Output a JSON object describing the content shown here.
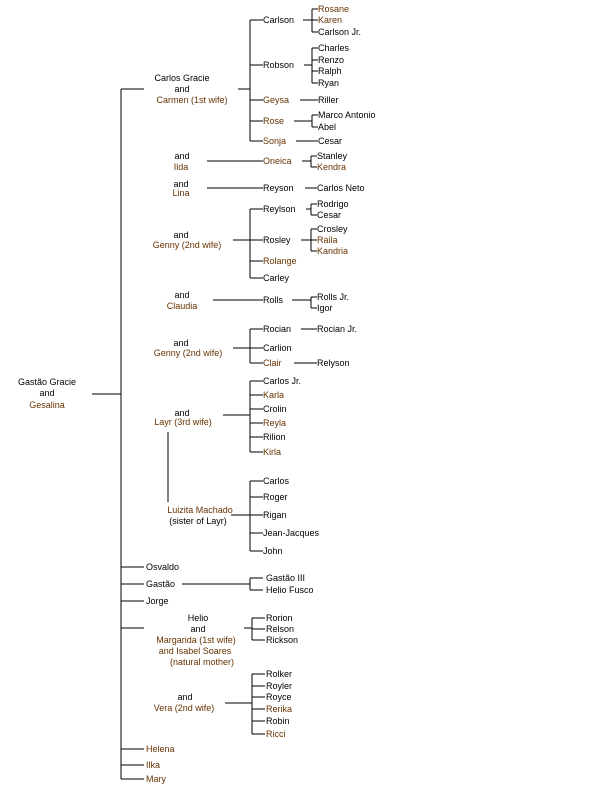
{
  "colors": {
    "black": "#000000",
    "brown": "#663300",
    "line": "#000000"
  },
  "labels": [
    {
      "t": "Rosane",
      "c": "brown"
    },
    {
      "t": "Karen",
      "c": "brown"
    },
    {
      "t": "Carlson Jr.",
      "c": "black"
    },
    {
      "t": "Carlson",
      "c": "black"
    },
    {
      "t": "Charles",
      "c": "black"
    },
    {
      "t": "Renzo",
      "c": "black"
    },
    {
      "t": "Ralph",
      "c": "black"
    },
    {
      "t": "Ryan",
      "c": "black"
    },
    {
      "t": "Robson",
      "c": "black"
    },
    {
      "t": "Carlos Gracie",
      "c": "black"
    },
    {
      "t": "and",
      "c": "black"
    },
    {
      "t": "Carmen (1st wife)",
      "c": "brown"
    },
    {
      "t": "Geysa",
      "c": "brown"
    },
    {
      "t": "Riller",
      "c": "black"
    },
    {
      "t": "Rose",
      "c": "brown"
    },
    {
      "t": "Marco Antonio",
      "c": "black"
    },
    {
      "t": "Abel",
      "c": "black"
    },
    {
      "t": "Sonja",
      "c": "brown"
    },
    {
      "t": "Cesar",
      "c": "black"
    },
    {
      "t": "and",
      "c": "black"
    },
    {
      "t": "Ilda",
      "c": "brown"
    },
    {
      "t": "Oneica",
      "c": "brown"
    },
    {
      "t": "Stanley",
      "c": "black"
    },
    {
      "t": "Kendra",
      "c": "brown"
    },
    {
      "t": "and",
      "c": "black"
    },
    {
      "t": "Lina",
      "c": "brown"
    },
    {
      "t": "Reyson",
      "c": "black"
    },
    {
      "t": "Carlos Neto",
      "c": "black"
    },
    {
      "t": "Reylson",
      "c": "black"
    },
    {
      "t": "Rodrigo",
      "c": "black"
    },
    {
      "t": "Cesar",
      "c": "black"
    },
    {
      "t": "Crosley",
      "c": "black"
    },
    {
      "t": "and",
      "c": "black"
    },
    {
      "t": "Rosley",
      "c": "black"
    },
    {
      "t": "Raila",
      "c": "brown"
    },
    {
      "t": "Genny (2nd wife)",
      "c": "brown"
    },
    {
      "t": "Kandria",
      "c": "brown"
    },
    {
      "t": "Rolange",
      "c": "brown"
    },
    {
      "t": "Carley",
      "c": "black"
    },
    {
      "t": "and",
      "c": "black"
    },
    {
      "t": "Rolls",
      "c": "black"
    },
    {
      "t": "Rolls Jr.",
      "c": "black"
    },
    {
      "t": "Claudia",
      "c": "brown"
    },
    {
      "t": "Igor",
      "c": "black"
    },
    {
      "t": "Rocian",
      "c": "black"
    },
    {
      "t": "Rocian Jr.",
      "c": "black"
    },
    {
      "t": "and",
      "c": "black"
    },
    {
      "t": "Carlion",
      "c": "black"
    },
    {
      "t": "Genny (2nd wife)",
      "c": "brown"
    },
    {
      "t": "Clair",
      "c": "brown"
    },
    {
      "t": "Relyson",
      "c": "black"
    },
    {
      "t": "Gastão Gracie",
      "c": "black"
    },
    {
      "t": "Carlos Jr.",
      "c": "black"
    },
    {
      "t": "and",
      "c": "black"
    },
    {
      "t": "Gesalina",
      "c": "brown"
    },
    {
      "t": "Karla",
      "c": "brown"
    },
    {
      "t": "Crolin",
      "c": "black"
    },
    {
      "t": "and",
      "c": "black"
    },
    {
      "t": "Layr (3rd wife)",
      "c": "brown"
    },
    {
      "t": "Reyla",
      "c": "brown"
    },
    {
      "t": "Rilion",
      "c": "black"
    },
    {
      "t": "Kirla",
      "c": "brown"
    },
    {
      "t": "Carlos",
      "c": "black"
    },
    {
      "t": "Roger",
      "c": "black"
    },
    {
      "t": "Luizita Machado",
      "c": "brown"
    },
    {
      "t": "Rigan",
      "c": "black"
    },
    {
      "t": "(sister of Layr)",
      "c": "black"
    },
    {
      "t": "Jean-Jacques",
      "c": "black"
    },
    {
      "t": "John",
      "c": "black"
    },
    {
      "t": "Osvaldo",
      "c": "black"
    },
    {
      "t": "Gastão III",
      "c": "black"
    },
    {
      "t": "Gastão",
      "c": "black"
    },
    {
      "t": "Helio Fusco",
      "c": "black"
    },
    {
      "t": "Jorge",
      "c": "black"
    },
    {
      "t": "Helio",
      "c": "black"
    },
    {
      "t": "Rorion",
      "c": "black"
    },
    {
      "t": "and",
      "c": "black"
    },
    {
      "t": "Relson",
      "c": "black"
    },
    {
      "t": "Margarida (1st wife)",
      "c": "brown"
    },
    {
      "t": "Rickson",
      "c": "black"
    },
    {
      "t": "and Isabel Soares",
      "c": "brown"
    },
    {
      "t": "(natural mother)",
      "c": "brown"
    },
    {
      "t": "Rolker",
      "c": "black"
    },
    {
      "t": "Royler",
      "c": "black"
    },
    {
      "t": "and",
      "c": "black"
    },
    {
      "t": "Royce",
      "c": "black"
    },
    {
      "t": "Vera (2nd wife)",
      "c": "brown"
    },
    {
      "t": "Rerika",
      "c": "brown"
    },
    {
      "t": "Robin",
      "c": "black"
    },
    {
      "t": "Ricci",
      "c": "brown"
    },
    {
      "t": "Helena",
      "c": "brown"
    },
    {
      "t": "Ilka",
      "c": "brown"
    },
    {
      "t": "Mary",
      "c": "brown"
    }
  ]
}
